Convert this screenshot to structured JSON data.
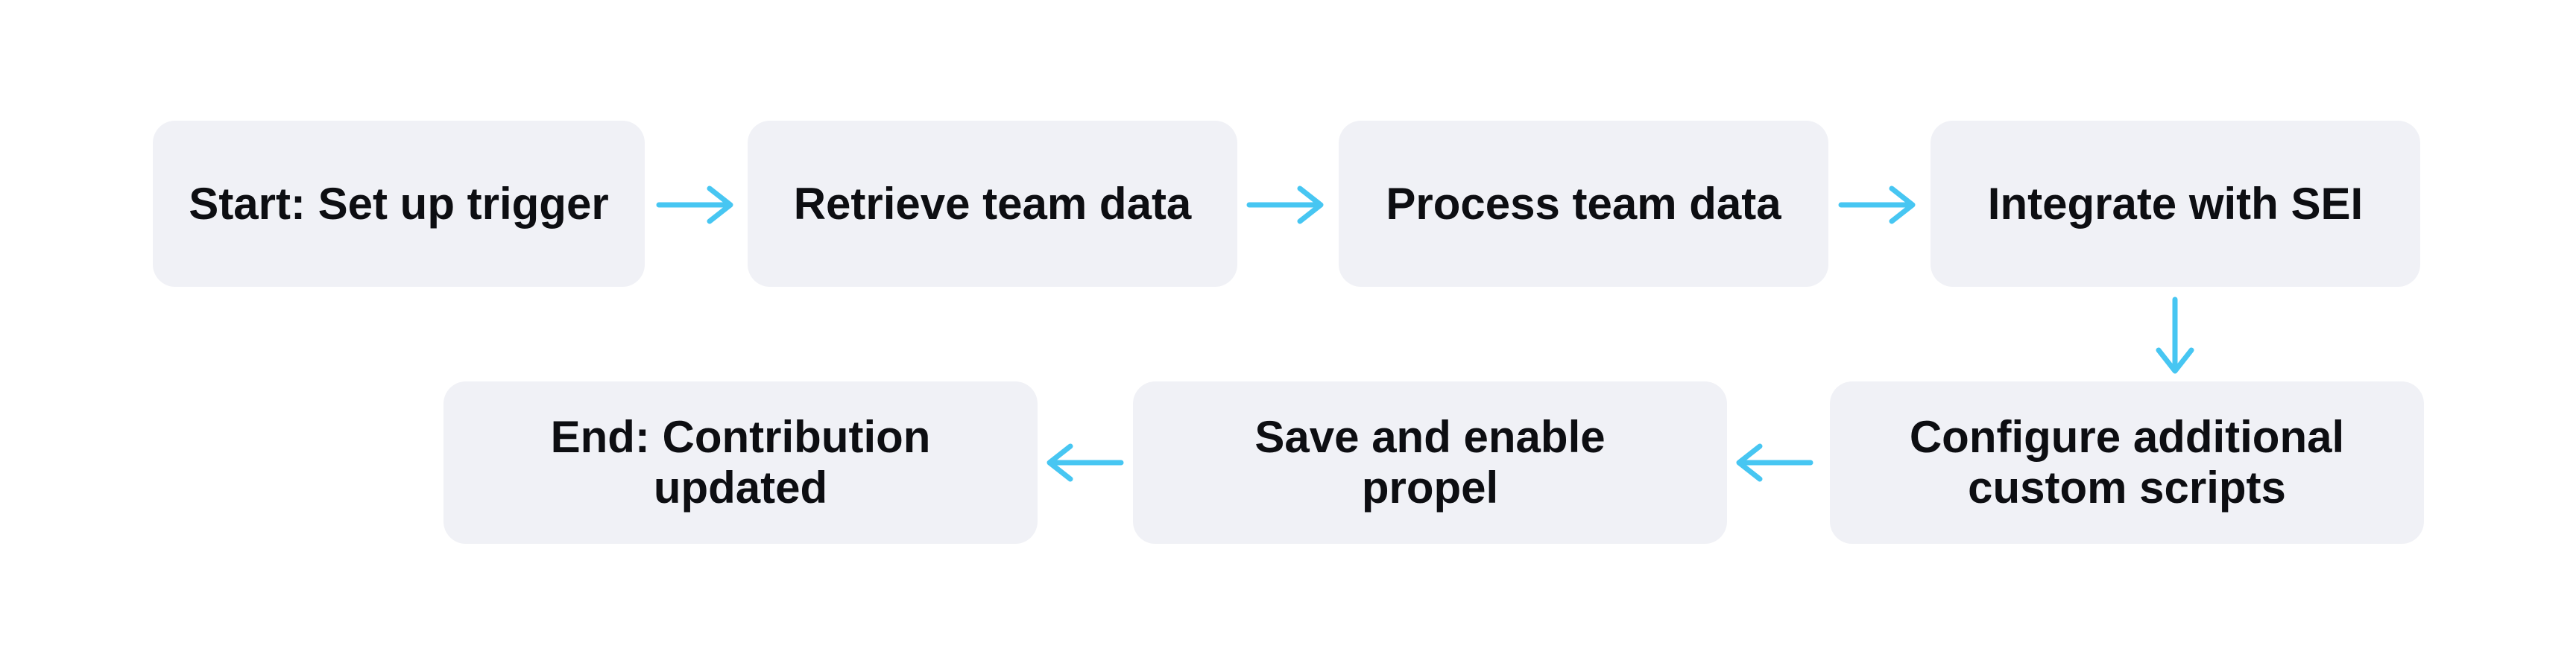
{
  "diagram": {
    "type": "flowchart",
    "background_color": "#ffffff",
    "node_fill_color": "#f0f1f6",
    "node_text_color": "#0d0e12",
    "arrow_color": "#47c6f2",
    "nodes": [
      {
        "id": "start",
        "label": "Start: Set up trigger",
        "row": 1
      },
      {
        "id": "retrieve",
        "label": "Retrieve team data",
        "row": 1
      },
      {
        "id": "process",
        "label": "Process team data",
        "row": 1
      },
      {
        "id": "integrate",
        "label": "Integrate with SEI",
        "row": 1
      },
      {
        "id": "configure",
        "label": "Configure additional custom scripts",
        "row": 2
      },
      {
        "id": "save",
        "label": "Save and enable propel",
        "row": 2
      },
      {
        "id": "end",
        "label": "End: Contribution updated",
        "row": 2
      }
    ],
    "edges": [
      {
        "from": "start",
        "to": "retrieve",
        "arrow_direction": "right"
      },
      {
        "from": "retrieve",
        "to": "process",
        "arrow_direction": "right"
      },
      {
        "from": "process",
        "to": "integrate",
        "arrow_direction": "right"
      },
      {
        "from": "integrate",
        "to": "configure",
        "arrow_direction": "down"
      },
      {
        "from": "configure",
        "to": "save",
        "arrow_direction": "left"
      },
      {
        "from": "save",
        "to": "end",
        "arrow_direction": "left"
      }
    ]
  }
}
